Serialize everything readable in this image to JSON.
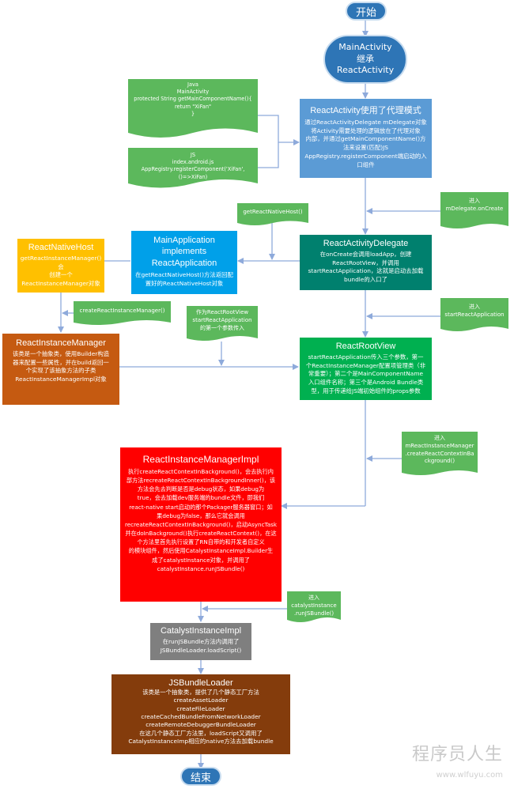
{
  "start": "开始",
  "end": "结束",
  "main_activity": "MainActivity\n继承\nReactActivity",
  "java_note": "Java\nMainActivity\nprotected String getMainComponentName(){\n  return \"XiFan\"\n}",
  "js_note": "JS\nindex.android.js\nAppRegistry.registerComponent('XiFan',()=>XiFan)",
  "react_activity": {
    "title": "ReactActivity使用了代理模式",
    "body": "通过ReactActivityDelegate mDelegate对象\n将Activity需要处理的逻辑放在了代理对象\n内部，并通过getMainComponentName()方\n法来设置(匹配)JS\nAppRegistry.registerComponent端启动的入\n口组件"
  },
  "enter_oncreate": "进入\nmDelegate.onCreate",
  "get_native_host": "getReactNativeHost()",
  "react_native_host": {
    "title": "ReactNativeHost",
    "body": "getReactInstanceManager()会\n创建一个\nReactInstanceManager对象"
  },
  "main_application": {
    "title": "MainApplication\nimplements\nReactApplication",
    "body": "在getReactNativeHost()方法返回配\n置好的ReactNativeHost对象"
  },
  "react_activity_delegate": {
    "title": "ReactActivityDelegate",
    "body": "在onCreate会调用loadApp，创建\nReactRootView，并调用\nstartReactApplication，这就是启动去加载\nbundle的入口了"
  },
  "create_rim_note": "createReactInstanceManager()",
  "first_param_note": "作为ReactRootView\nstartReactApplication\n的第一个参数传入",
  "enter_start_app": "进入\nstartReactApplication",
  "react_instance_manager": {
    "title": "ReactInstanceManager",
    "body": "该类是一个抽象类，使用Builder构造\n器来配置一些属性，并在build返回一\n个实现了该抽象方法的子类\nReactInstanceManagerImpl对象"
  },
  "react_root_view": {
    "title": "ReactRootView",
    "body": "startReactApplication传入三个参数，第一\n个ReactInstanceManager配置项管理类（非\n常重要）；第二个是MainComponentName\n入口组件名称；第三个是Android Bundle类\n型，用于传递给JS端初始组件的props参数"
  },
  "enter_create_context": "进入\nmReactInstanceManager\n.createReactContextInBa\nckground()",
  "react_instance_manager_impl": {
    "title": "ReactInstanceManagerImpl",
    "body": "执行createReactContextInBackground()，会去执行内\n部方法recreateReactContextInBackgroundInner()，该\n方法会先去判断是否是debug状态，如果debug为\ntrue，会去加载dev服务端的bundle文件，即我们\nreact-native start启动的那个Packager服务器窗口；如\n果debug为false，那么它就会调用\nrecreateReactContextInBackground()，启动AsyncTask\n并在doInBackground()执行createReactContext()，在这\n个方法里首先执行设置了RN自带的和开发者自定义\n的模块组件，然后使用CatalystInstanceImpl.Builder生\n成了catalystInstance对象，并调用了\ncatalystInstance.runJSBundle()"
  },
  "enter_run_bundle": "进入\ncatalystInstance\n.runJSBundle()",
  "catalyst_instance_impl": {
    "title": "CatalystInstanceImpl",
    "body": "在runJSBundle方法内调用了\nJSBundleLoader.loadScript()"
  },
  "js_bundle_loader": {
    "title": "JSBundleLoader",
    "body": "该类是一个抽象类，提供了几个静态工厂方法\ncreateAssetLoader\ncreateFileLoader\ncreateCachedBundleFromNetworkLoader\ncreateRemoteDebuggerBundleLoader\n在这几个静态工厂方法里，loadScript又调用了\nCatalystInstanceImp相应的native方法去加载bundle"
  },
  "watermark": "程序员人生",
  "watermark_url": "www.wlfuyu.com",
  "colors": {
    "pill": "#2e75b6",
    "note_green": "#5cb85c",
    "react_activity": "#5b9bd5",
    "react_native_host": "#ffc000",
    "main_application": "#00a0e9",
    "react_activity_delegate": "#00806e",
    "react_instance_manager": "#c55a11",
    "react_root_view": "#00b050",
    "react_instance_manager_impl": "#ff0000",
    "catalyst_instance_impl": "#7f7f7f",
    "js_bundle_loader": "#843c0c",
    "edge": "#8eaadb"
  }
}
